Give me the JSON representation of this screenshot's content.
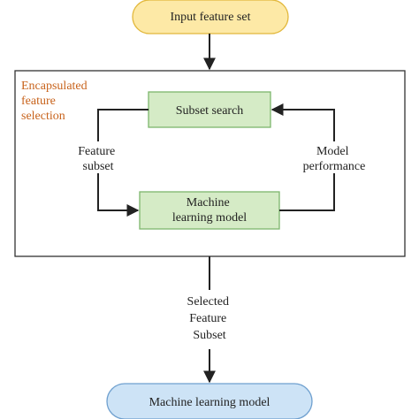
{
  "colors": {
    "start_fill": "#fde9a6",
    "start_stroke": "#e2b83c",
    "process_fill": "#d5ebc6",
    "process_stroke": "#7db66c",
    "end_fill": "#cde3f6",
    "end_stroke": "#6fa0cf",
    "group_stroke": "#333333",
    "group_label": "#c8631c",
    "edge": "#222222"
  },
  "nodes": {
    "input": {
      "label": "Input feature set"
    },
    "subset_search": {
      "label": "Subset search"
    },
    "ml_model_inner": {
      "lines": [
        "Machine",
        "learning model"
      ]
    },
    "ml_model_final": {
      "label": "Machine learning model"
    }
  },
  "group": {
    "label_lines": [
      "Encapsulated",
      "feature",
      "selection"
    ]
  },
  "edges": {
    "feature_subset": {
      "lines": [
        "Feature",
        "subset"
      ]
    },
    "model_performance": {
      "lines": [
        "Model",
        "performance"
      ]
    },
    "selected_subset": {
      "lines": [
        "Selected",
        "Feature",
        "Subset"
      ]
    }
  }
}
